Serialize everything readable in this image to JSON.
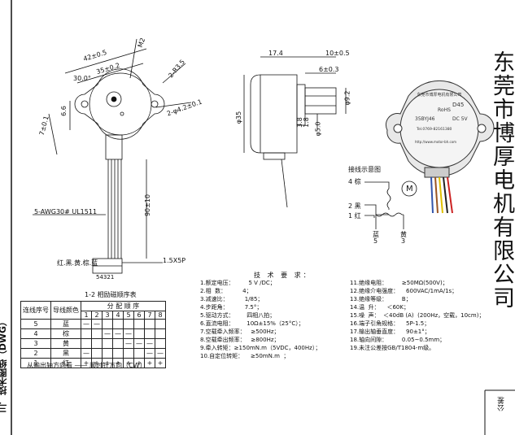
{
  "side_title": "三、技术图纸（DWG）",
  "company_name": "东莞市博厚电机有限公司",
  "tolerance_label": "公差",
  "front_view": {
    "dims": {
      "width_42": "42±0.5",
      "width_35": "35±0.2",
      "angle": "30.0°",
      "m2": "M2",
      "holes": "2-R3.5",
      "pcd": "2-φ4.2±0.1",
      "h_66": "6.6",
      "h_7": "7±0.1",
      "v_90": "90±10"
    },
    "wire_spec": "5-AWG30# UL1511",
    "wire_colors": "红.黑.黄.棕.蓝",
    "connector_pins": "54321",
    "connector_spec": "1.5X5P"
  },
  "side_view": {
    "dims": {
      "len_174": "17.4",
      "len_10": "10±0.5",
      "len_6": "6±0.3",
      "dia_35": "φ35",
      "dia_9": "φ9.2",
      "dia_5": "φ5.0",
      "len_38": "3.8",
      "len_18": "1.8"
    }
  },
  "photo_label": {
    "brand_line": "东莞市博厚电机有限公司",
    "rohs": "RoHS",
    "model": "35BYJ46",
    "voltage": "DC 5V",
    "tel": "Tel.0769-82161380",
    "web": "http://www.motor-bh.com",
    "ratio": "D45"
  },
  "wiring": {
    "title": "接线示意图",
    "p4": "4 棕",
    "p2": "2 黑",
    "p1": "1 红",
    "motor": "M",
    "p5": "蓝",
    "p5n": "5",
    "p3": "黄",
    "p3n": "3"
  },
  "phase_table": {
    "title": "1-2 相励磁顺序表",
    "col_seq": "连线序号",
    "col_color": "导线颜色",
    "col_order": "分 配 顺 序",
    "steps": [
      "1",
      "2",
      "3",
      "4",
      "5",
      "6",
      "7",
      "8"
    ],
    "rows": [
      {
        "seq": "5",
        "color": "蓝",
        "cells": [
          "—",
          "—",
          "",
          "",
          "",
          "",
          "",
          ""
        ]
      },
      {
        "seq": "4",
        "color": "棕",
        "cells": [
          "",
          "",
          "—",
          "—",
          "—",
          "",
          "",
          ""
        ]
      },
      {
        "seq": "3",
        "color": "黄",
        "cells": [
          "",
          "",
          "",
          "",
          "—",
          "—",
          "—",
          ""
        ]
      },
      {
        "seq": "2",
        "color": "黑",
        "cells": [
          "—",
          "",
          "",
          "",
          "",
          "",
          "—",
          "—"
        ]
      },
      {
        "seq": "1",
        "color": "红",
        "cells": [
          "+",
          "+",
          "+",
          "+",
          "+",
          "+",
          "+",
          "+"
        ]
      }
    ],
    "direction_note": "从输出轴方向看 —— 顺时针方向（CW）"
  },
  "requirements": {
    "title": "技 术 要 求：",
    "left": [
      "1.额定电压：        5 V /DC；",
      "2.相  数：         4；",
      "3.减速比：         1/85；",
      "4.步距角：         7.5°；",
      "5.驱动方式：       四相八拍；",
      "6.直流电阻：       10Ω±15%（25°C）；",
      "7.空载牵入频率：   ≥500Hz；",
      "8.空载牵出频率：   ≥800Hz；",
      "9.牵入转矩：≥150mN.m（5VDC，400Hz）；",
      "10.自定位转矩：    ≥50mN.m  ；"
    ],
    "right": [
      "11.绝缘电阻：        ≥50MΩ(500V)；",
      "12.绝缘介电强度：    600VAC/1mA/1s；",
      "13.绝缘等级：        B；",
      "14.温  升：    ＜60K；",
      "15.噪  声：  ＜40dB (A)  (200Hz，空载，10cm)；",
      "16.端子引角规格：    5P-1.5；",
      "17.输出轴垂直度：    90±1°；",
      "18.轴向间隙：        0.05~0.5mm；",
      "19.未注公差按GB/T1804-m级。"
    ]
  },
  "colors": {
    "line": "#111111",
    "dim": "#222222"
  }
}
